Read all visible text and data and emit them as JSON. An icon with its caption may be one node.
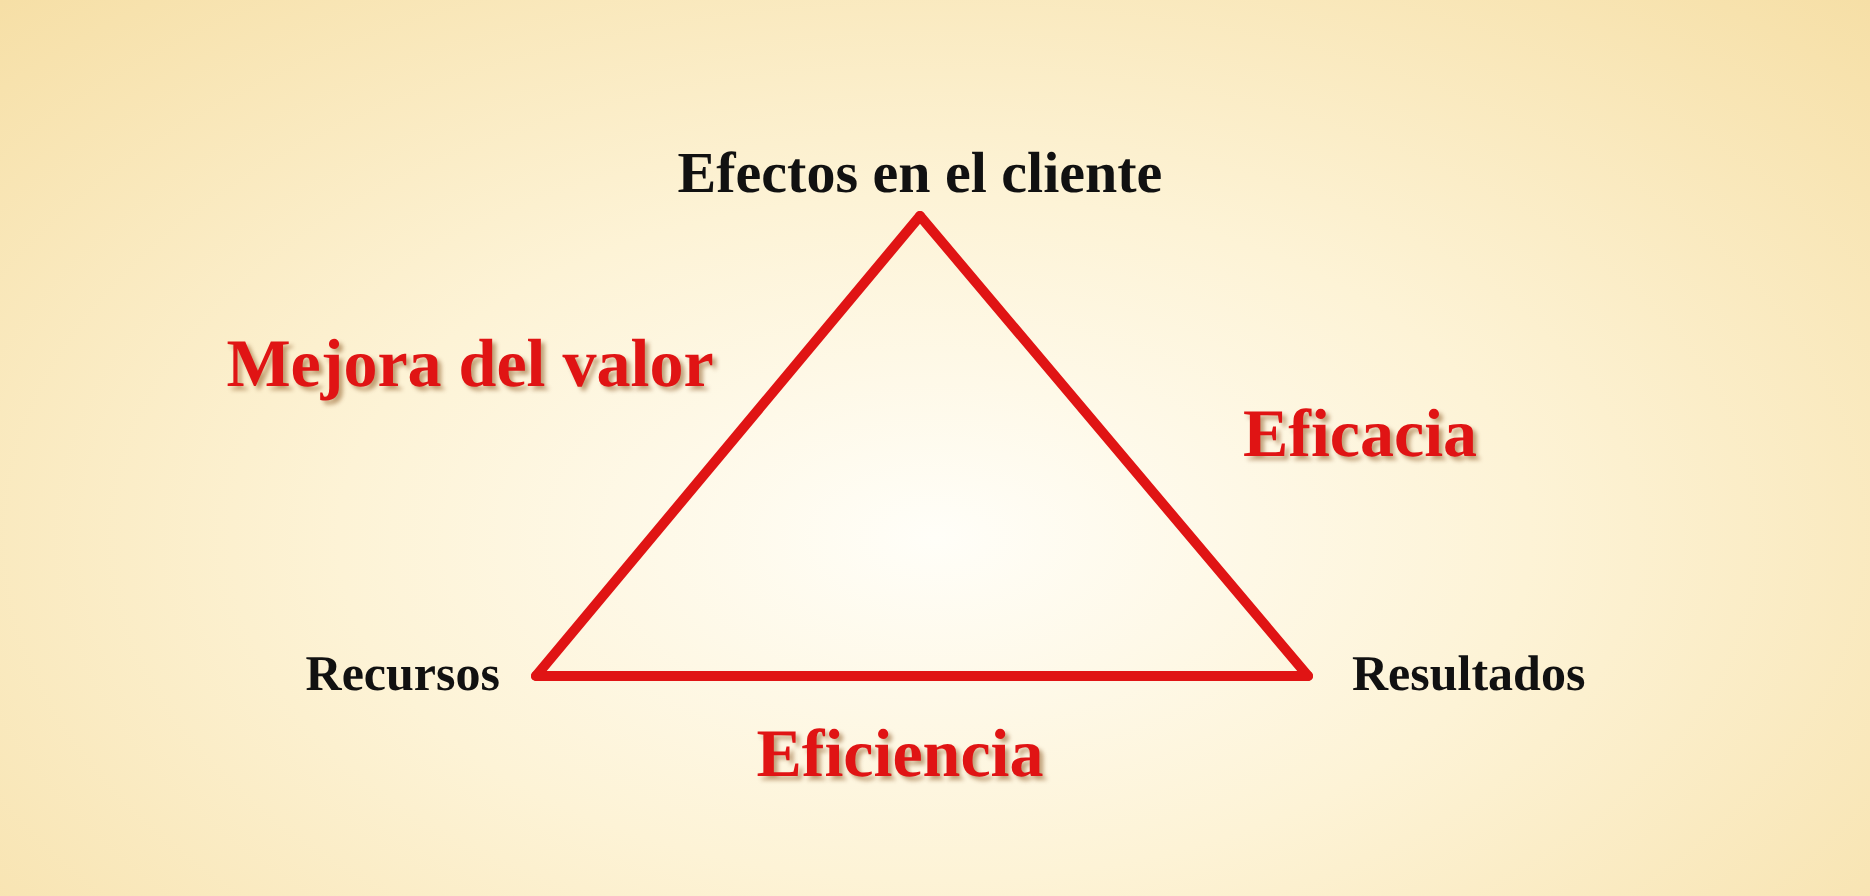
{
  "diagram": {
    "nodes": [
      {
        "text": [
          "Efectos en el cliente"
        ]
      },
      {
        "text": [
          "Recursos"
        ]
      },
      {
        "text": [
          "Resultados"
        ]
      }
    ],
    "edges": [
      {
        "from": 1,
        "to": 0,
        "arrow": "none",
        "label": "Mejora del valor"
      },
      {
        "from": 0,
        "to": 2,
        "arrow": "none",
        "label": "Eficacia"
      },
      {
        "from": 1,
        "to": 2,
        "arrow": "none",
        "label": "Eficiencia"
      }
    ]
  }
}
